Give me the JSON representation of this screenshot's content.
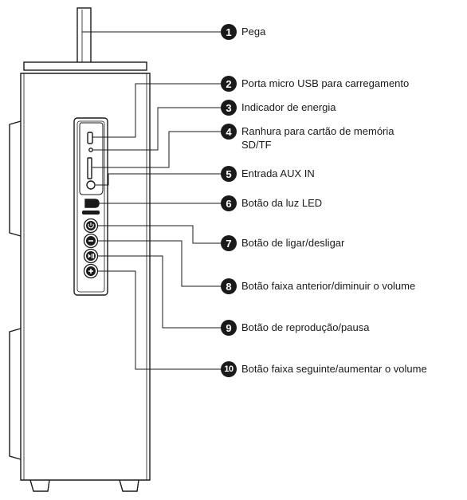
{
  "callouts": [
    {
      "number": "1",
      "label": "Pega"
    },
    {
      "number": "2",
      "label": "Porta micro USB para carregamento"
    },
    {
      "number": "3",
      "label": "Indicador de energia"
    },
    {
      "number": "4",
      "label": "Ranhura para cartão de memória",
      "label_line2": "SD/TF"
    },
    {
      "number": "5",
      "label": "Entrada AUX IN"
    },
    {
      "number": "6",
      "label": "Botão da luz LED"
    },
    {
      "number": "7",
      "label": "Botão de ligar/desligar"
    },
    {
      "number": "8",
      "label": "Botão faixa anterior/diminuir o volume"
    },
    {
      "number": "9",
      "label": "Botão de reprodução/pausa"
    },
    {
      "number": "10",
      "label": "Botão faixa seguinte/aumentar o volume"
    }
  ],
  "colors": {
    "line": "#1a1a1a",
    "badge": "#1a1a1a",
    "body_fill": "#ffffff"
  },
  "icons": {
    "power": "power-icon",
    "minus": "minus-icon",
    "play_pause": "play-pause-icon",
    "plus": "plus-icon"
  }
}
